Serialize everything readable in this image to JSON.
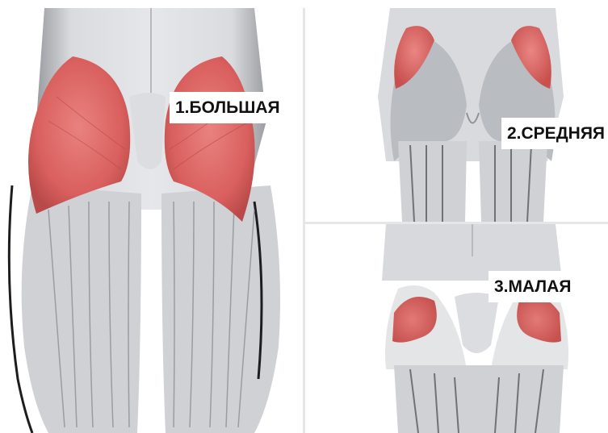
{
  "labels": {
    "gluteus_maximus": "1.БОЛЬШАЯ",
    "gluteus_medius": "2.СРЕДНЯЯ",
    "gluteus_minimus": "3.МАЛАЯ"
  },
  "colors": {
    "muscle_highlight": "#d9605e",
    "muscle_gray": "#c9cbcf",
    "muscle_dark": "#8d9096",
    "divider": "#e4e6ea",
    "label_bg": "#ffffff",
    "label_text": "#111111"
  }
}
